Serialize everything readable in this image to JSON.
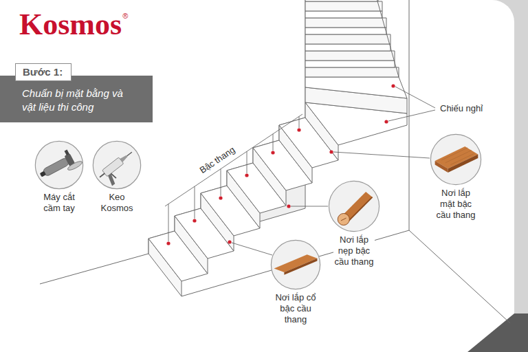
{
  "diagram": {
    "nodes": [
      {
        "text": [
          "Bước 1:",
          "Chuẩn bị mặt bằng và vật liệu thi công"
        ]
      },
      {
        "text": [
          "Máy cắt cầm tay"
        ]
      },
      {
        "text": [
          "Keo Kosmos"
        ]
      },
      {
        "text": [
          "Nơi lắp mặt bậc cầu thang"
        ]
      },
      {
        "text": [
          "Nơi lắp nẹp bậc cầu thang"
        ]
      },
      {
        "text": [
          "Nơi lắp cổ bậc cầu thang"
        ]
      }
    ],
    "labels": [
      "Kosmos",
      "®",
      "Bậc thang",
      "Chiếu nghỉ"
    ]
  }
}
